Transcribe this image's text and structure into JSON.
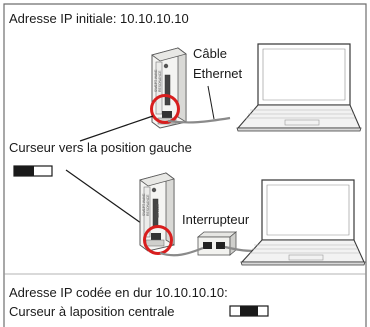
{
  "labels": {
    "initial_ip": "Adresse IP initiale: 10.10.10.10",
    "cable": "Câble",
    "ethernet": "Ethernet",
    "cursor_left": "Curseur vers la position gauche",
    "switch": "Interrupteur",
    "hardcoded_ip": "Adresse IP codée en dur 10.10.10.10:",
    "cursor_center": "Curseur à laposition centrale"
  },
  "device_panel_text": [
    "SWEPT WAVE",
    "RESONANCE",
    "SENSOR"
  ],
  "colors": {
    "highlight_circle": "#d81e1e",
    "frame": "#6e6e6e",
    "cable": "#8a8a8a",
    "text": "#1a1a1a"
  }
}
